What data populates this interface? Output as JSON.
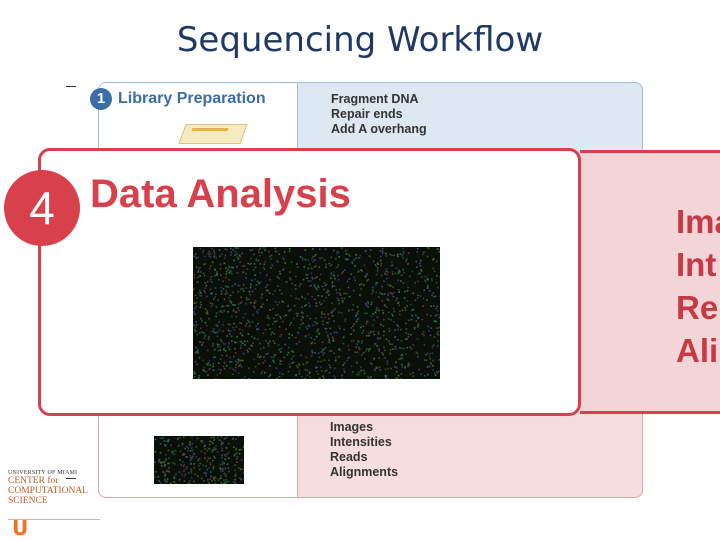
{
  "title": "Sequencing Workflow",
  "step1": {
    "number": "1",
    "label": "Library Preparation",
    "items": [
      "Fragment DNA",
      "Repair ends",
      "Add A overhang"
    ]
  },
  "step4": {
    "number": "4",
    "label": "Data Analysis",
    "items": [
      "Images",
      "Intensities",
      "Reads",
      "Alignments"
    ]
  },
  "zoom": {
    "items": [
      "Ima",
      "Int",
      "Re",
      "Ali"
    ]
  },
  "logo": {
    "university": "UNIVERSITY OF MIAMI",
    "center": "CENTER for COMPUTATIONAL SCIENCE"
  },
  "colors": {
    "step1": "#3a6ea5",
    "step4": "#d8414c",
    "title": "#1f3864"
  }
}
